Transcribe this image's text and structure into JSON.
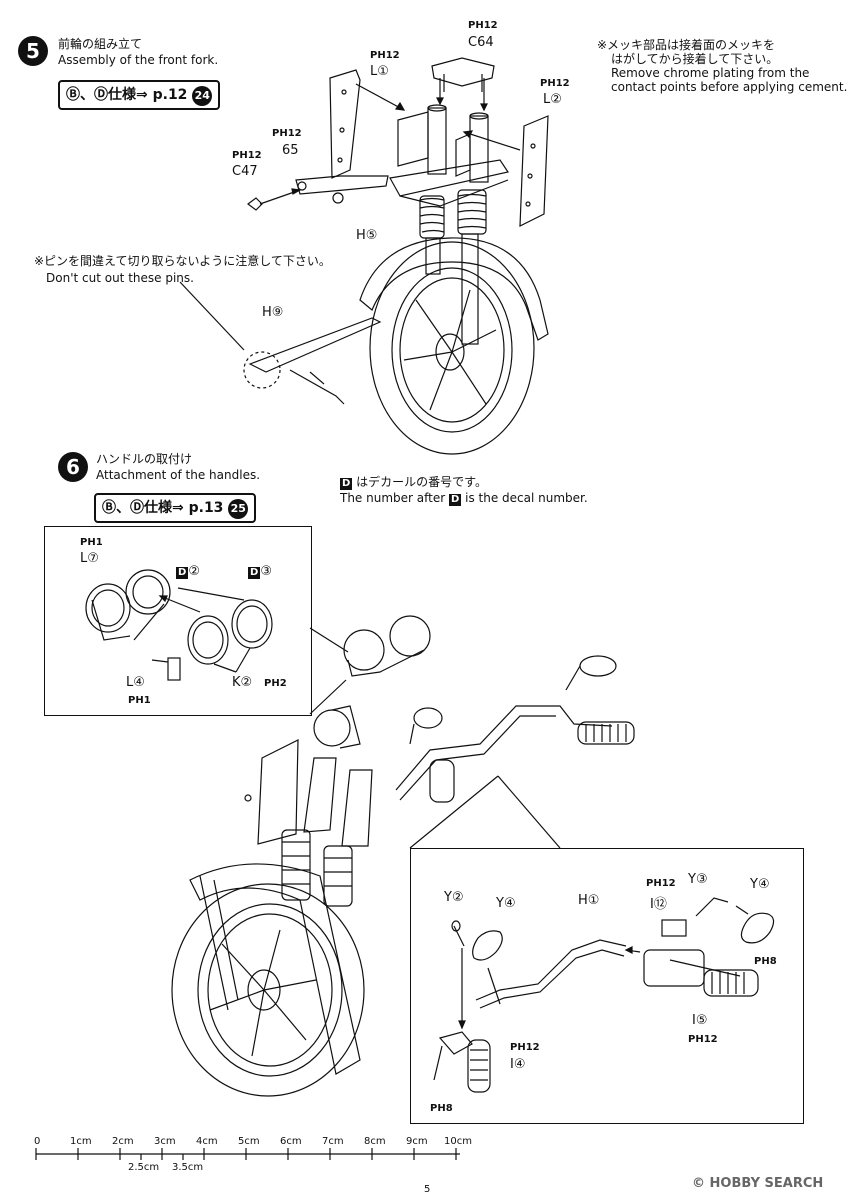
{
  "step5": {
    "number": "5",
    "title_jp": "前輪の組み立て",
    "title_en": "Assembly of the front fork.",
    "spec_ref": "Ⓑ、Ⓓ仕様⇒ p.12",
    "spec_num": "24",
    "chrome_note_jp_1": "※メッキ部品は接着面のメッキを",
    "chrome_note_jp_2": "はがしてから接着して下さい。",
    "chrome_note_en_1": "Remove chrome plating from the",
    "chrome_note_en_2": "contact points before applying cement.",
    "pin_note_jp": "※ピンを間違えて切り取らないように注意して下さい。",
    "pin_note_en": "Don't cut out these pins.",
    "parts": {
      "c64_ph": "PH12",
      "c64": "C64",
      "l1_ph": "PH12",
      "l1": "L①",
      "l2_ph": "PH12",
      "l2": "L②",
      "p65_ph": "PH12",
      "p65": "65",
      "c47_ph": "PH12",
      "c47": "C47",
      "h5": "H⑤",
      "h9": "H⑨"
    }
  },
  "step6": {
    "number": "6",
    "title_jp": "ハンドルの取付け",
    "title_en": "Attachment of the handles.",
    "spec_ref": "Ⓑ、Ⓓ仕様⇒ p.13",
    "spec_num": "25",
    "decal_label": "D",
    "decal_note_jp": "はデカールの番号です。",
    "decal_note_en_a": "The number after",
    "decal_note_en_b": "is the decal number.",
    "inset1": {
      "l7_ph": "PH1",
      "l7": "L⑦",
      "d2": "②",
      "d3": "③",
      "l4": "L④",
      "l4_ph": "PH1",
      "k2": "K②",
      "k2_ph": "PH2"
    },
    "inset2": {
      "y2": "Y②",
      "y4a": "Y④",
      "h1": "H①",
      "ph12_a": "PH12",
      "i12": "I⑫",
      "y3": "Y③",
      "y4b": "Y④",
      "ph8_a": "PH8",
      "i5": "I⑤",
      "ph12_b": "PH12",
      "ph12_c": "PH12",
      "i4": "I④",
      "ph8_b": "PH8"
    }
  },
  "ruler": {
    "ticks": [
      "0",
      "1cm",
      "2cm",
      "3cm",
      "4cm",
      "5cm",
      "6cm",
      "7cm",
      "8cm",
      "9cm",
      "10cm"
    ],
    "sub_a": "2.5cm",
    "sub_b": "3.5cm"
  },
  "footer": {
    "page_number": "5",
    "copyright": "©",
    "watermark": "HOBBY SEARCH"
  }
}
